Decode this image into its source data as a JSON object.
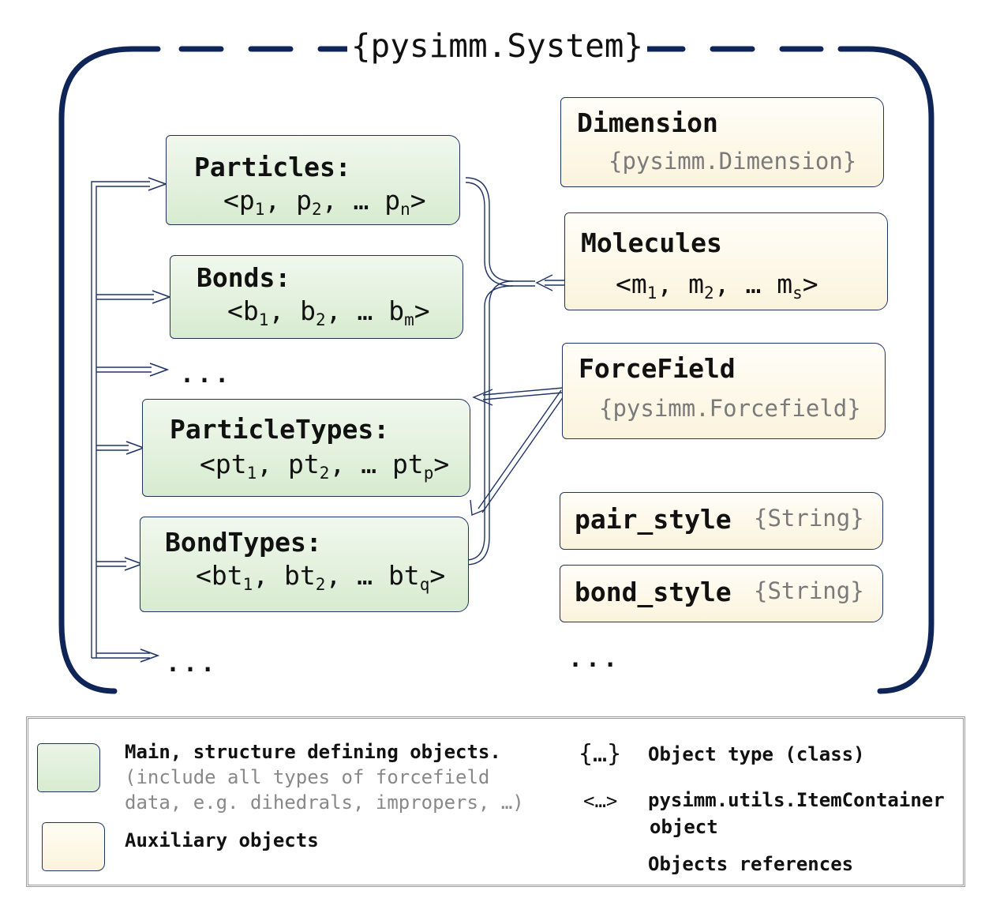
{
  "title": "{pysimm.System}",
  "main_objects": [
    {
      "name": "Particles:",
      "open": "<",
      "items": [
        [
          "p",
          "1"
        ],
        [
          "p",
          "2"
        ],
        [
          "p",
          "n"
        ]
      ],
      "close": ">"
    },
    {
      "name": "Bonds:",
      "open": "<",
      "items": [
        [
          "b",
          "1"
        ],
        [
          "b",
          "2"
        ],
        [
          "b",
          "m"
        ]
      ],
      "close": ">"
    },
    {
      "name": "ParticleTypes:",
      "open": "<",
      "items": [
        [
          "pt",
          "1"
        ],
        [
          "pt",
          "2"
        ],
        [
          "pt",
          "p"
        ]
      ],
      "close": ">"
    },
    {
      "name": "BondTypes:",
      "open": "<",
      "items": [
        [
          "bt",
          "1"
        ],
        [
          "bt",
          "2"
        ],
        [
          "bt",
          "q"
        ]
      ],
      "close": ">"
    }
  ],
  "separator": ",",
  "item_ellipsis": "…",
  "ellipsis": "...",
  "aux_objects": {
    "dimension": {
      "name": "Dimension",
      "type": "{pysimm.Dimension}"
    },
    "molecules": {
      "name": "Molecules",
      "open": "<",
      "items": [
        [
          "m",
          "1"
        ],
        [
          "m",
          "2"
        ],
        [
          "m",
          "s"
        ]
      ],
      "close": ">"
    },
    "forcefield": {
      "name": "ForceField",
      "type": "{pysimm.Forcefield}"
    },
    "pair_style": {
      "name": "pair_style",
      "type": "{String}"
    },
    "bond_style": {
      "name": "bond_style",
      "type": "{String}"
    }
  },
  "legend": {
    "main_label": "Main, structure defining objects.",
    "main_note_1": "(include all types of forcefield",
    "main_note_2": "data,  e.g. dihedrals, impropers, …)",
    "aux_label": "Auxiliary objects",
    "type_symbol": "{…}",
    "type_label": "Object type (class)",
    "container_symbol": "<…>",
    "container_label_1": "pysimm.utils.ItemContainer",
    "container_label_2": "object",
    "ref_label": "Objects references"
  },
  "colors": {
    "frame": "#0f2457",
    "arrow": "#1f3466",
    "main_fill": "#d7ebd0",
    "aux_fill": "#fbf3dc",
    "type_text": "#7a7a7a"
  }
}
